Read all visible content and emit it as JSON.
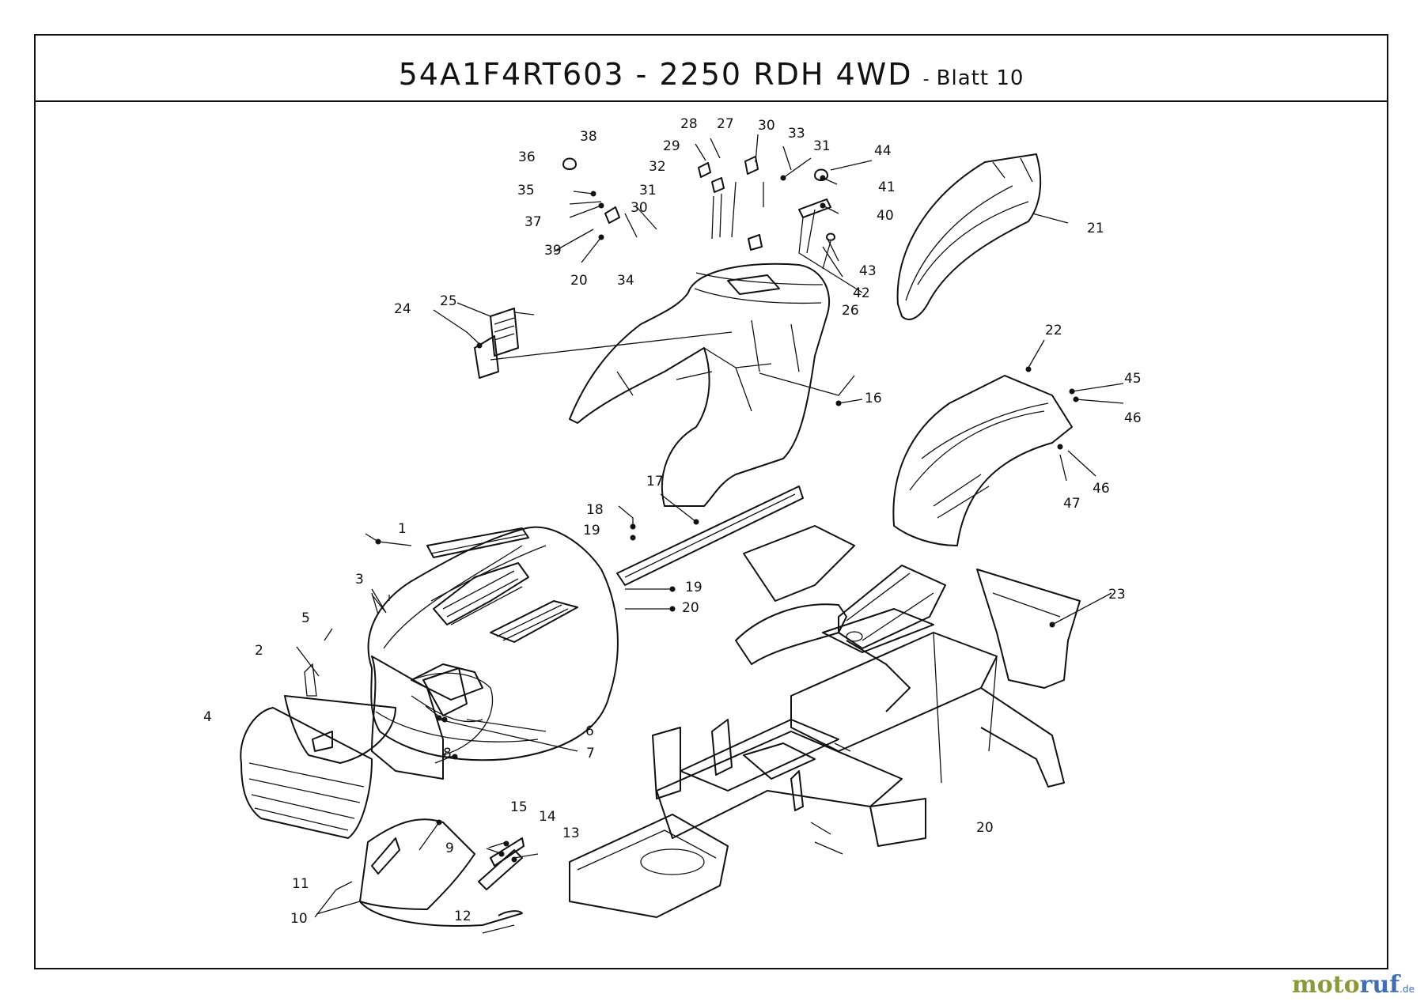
{
  "header": {
    "model": "54A1F4RT603 - 2250 RDH 4WD",
    "separator": "-",
    "sheet": "Blatt 10"
  },
  "callouts": [
    "1",
    "2",
    "3",
    "4",
    "5",
    "6",
    "7",
    "8",
    "9",
    "10",
    "11",
    "12",
    "13",
    "14",
    "15",
    "16",
    "17",
    "18",
    "19",
    "19",
    "20",
    "20",
    "20",
    "21",
    "22",
    "23",
    "24",
    "25",
    "26",
    "27",
    "28",
    "29",
    "30",
    "30",
    "31",
    "31",
    "32",
    "33",
    "34",
    "35",
    "36",
    "37",
    "38",
    "39",
    "40",
    "41",
    "42",
    "43",
    "44",
    "45",
    "46",
    "46",
    "47"
  ],
  "watermark": {
    "brand_a": "moto",
    "brand_b": "ruf",
    "tld": ".de"
  }
}
